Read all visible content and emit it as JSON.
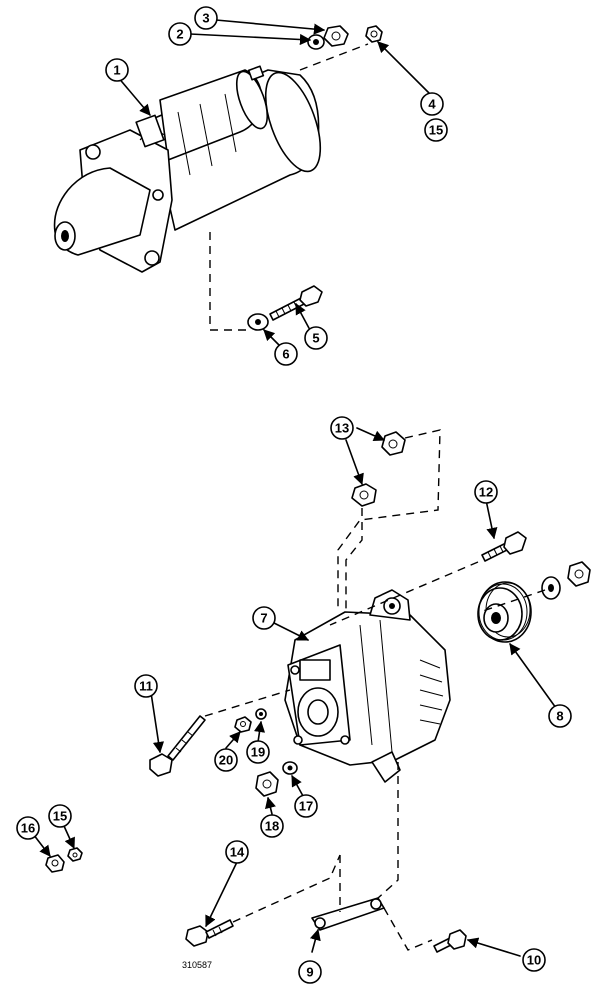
{
  "drawing_code": "310587",
  "callouts": {
    "c1": "1",
    "c2": "2",
    "c3": "3",
    "c4": "4",
    "c5": "5",
    "c6": "6",
    "c7": "7",
    "c8": "8",
    "c9": "9",
    "c10": "10",
    "c11": "11",
    "c12": "12",
    "c13": "13",
    "c14": "14",
    "c15a": "15",
    "c15b": "15",
    "c16": "16",
    "c17": "17",
    "c18": "18",
    "c19": "19",
    "c20": "20"
  }
}
